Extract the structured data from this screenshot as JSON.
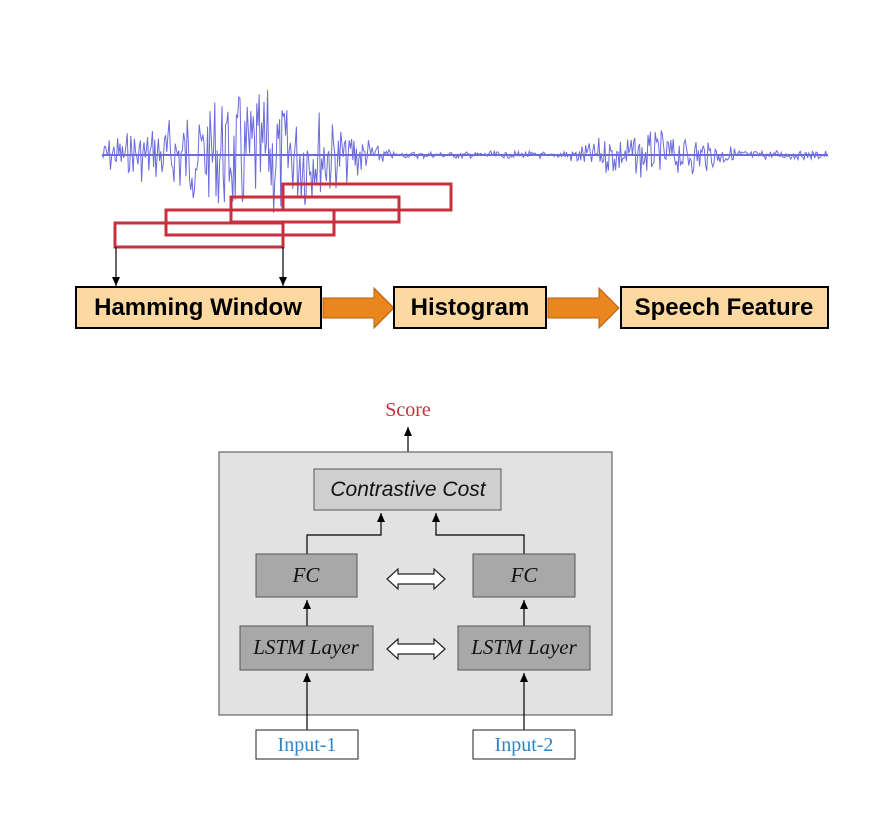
{
  "pipeline": {
    "stages": [
      "Hamming Window",
      "Histogram",
      "Speech Feature"
    ],
    "colors": {
      "stage_fill": "#fcd9a0",
      "arrow_fill": "#e9861d",
      "window_stroke": "#c8303e",
      "waveform": "#6b6bdc"
    }
  },
  "siamese": {
    "output_label": "Score",
    "cost_label": "Contrastive Cost",
    "left": {
      "fc": "FC",
      "lstm": "LSTM Layer",
      "input": "Input-1"
    },
    "right": {
      "fc": "FC",
      "lstm": "LSTM Layer",
      "input": "Input-2"
    },
    "colors": {
      "score": "#c8303e",
      "input": "#2a86c8",
      "container": "#e2e2e2",
      "cost_box": "#cfcfcf",
      "layer_box": "#a8a8a8"
    }
  }
}
